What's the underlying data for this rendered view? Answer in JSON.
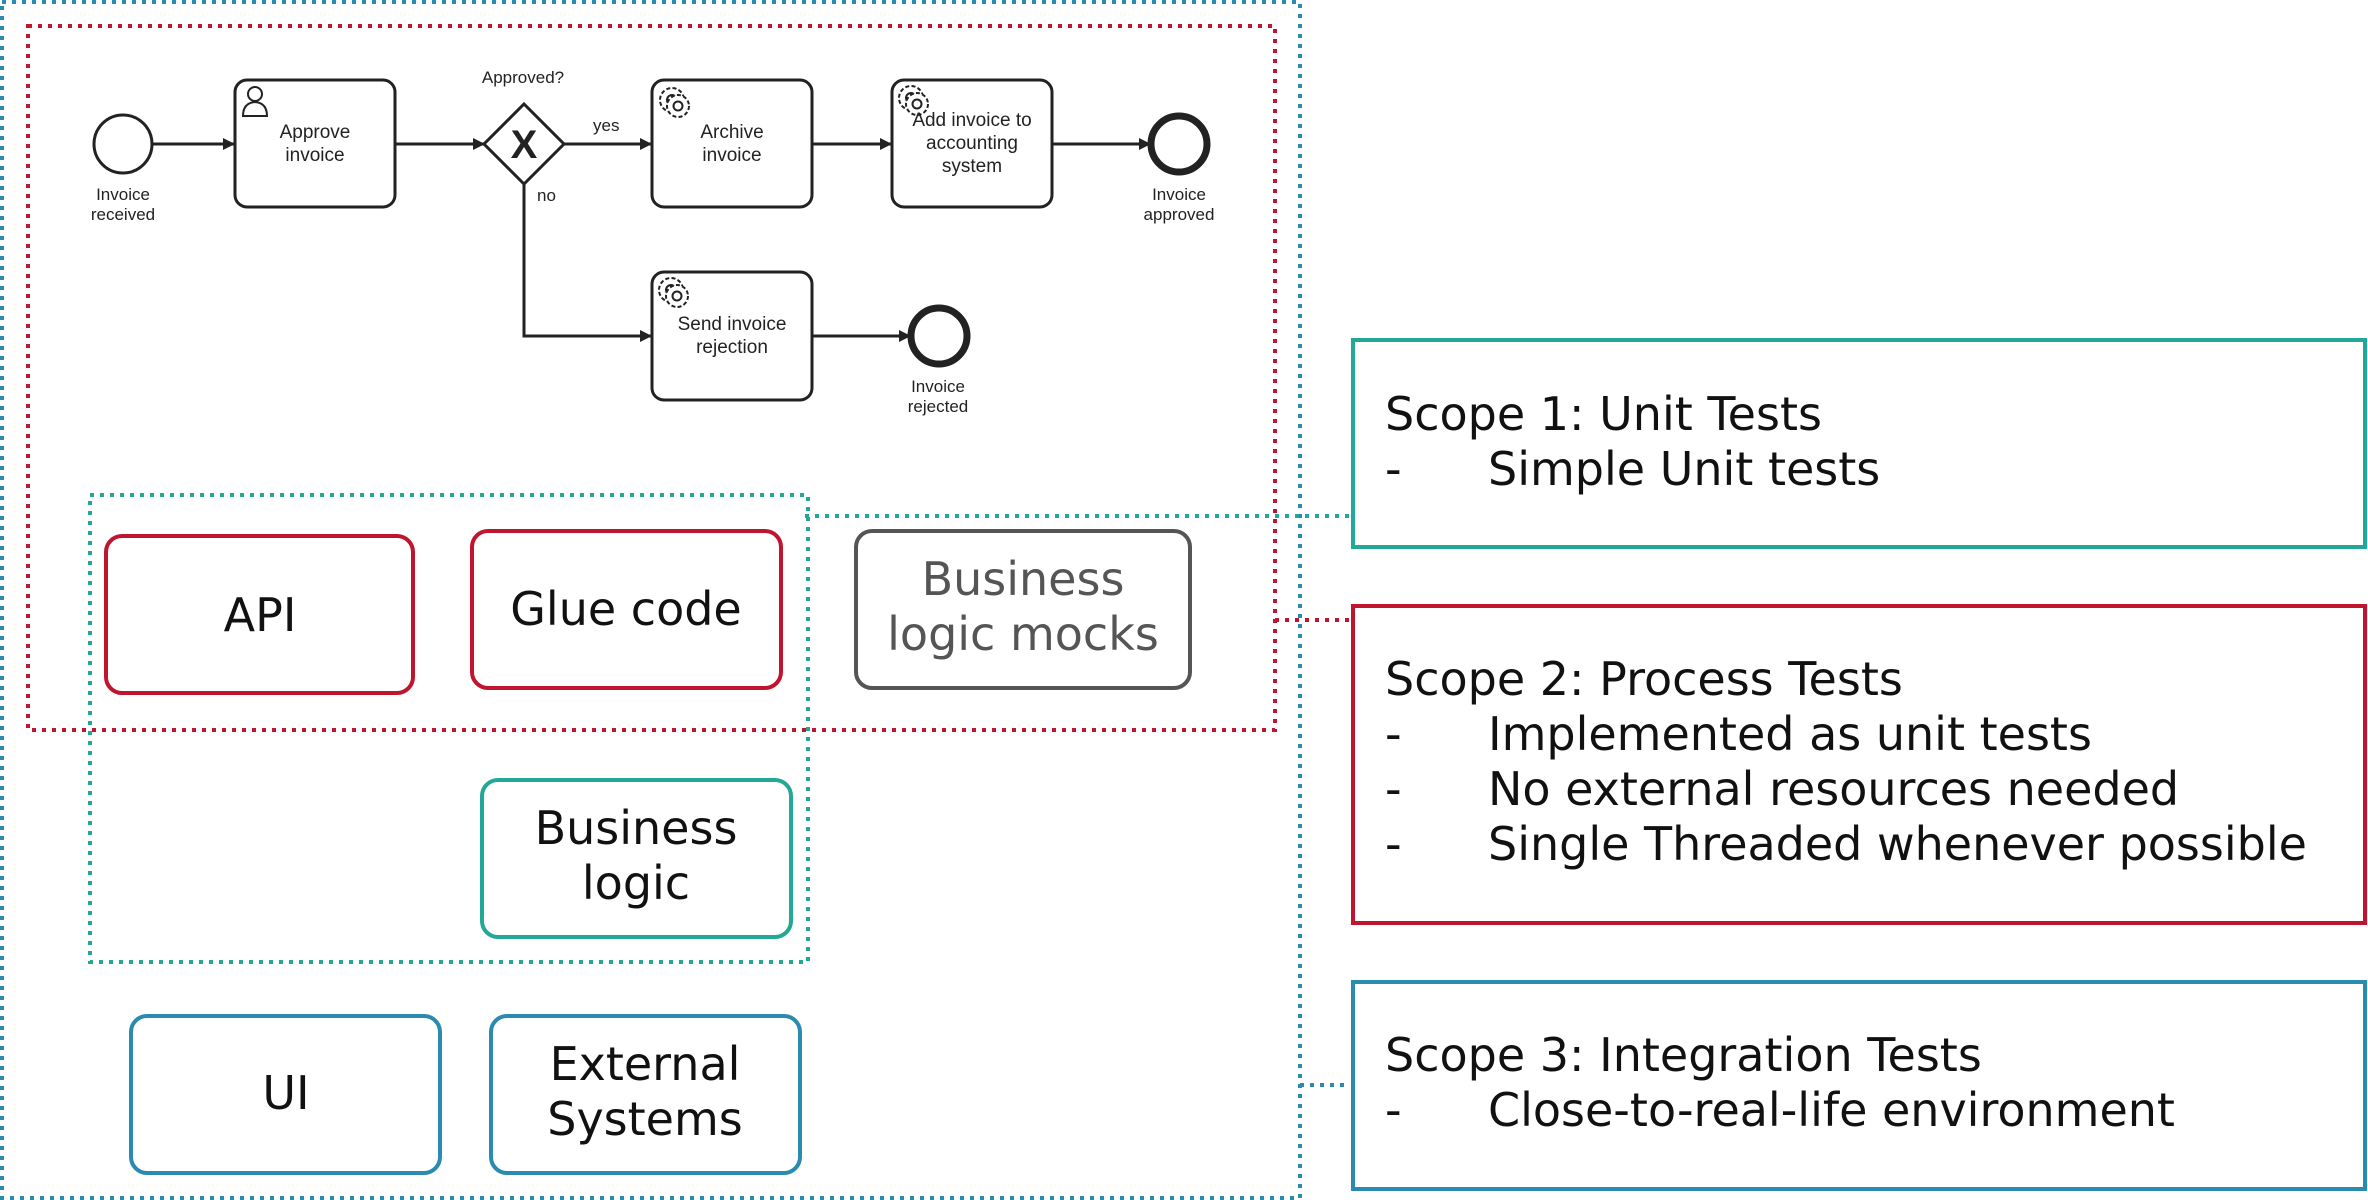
{
  "colors": {
    "red": "#c0152f",
    "teal": "#23a898",
    "blue": "#2a8ab0",
    "gray": "#555555",
    "stroke": "#222222"
  },
  "process": {
    "start_event_label": [
      "Invoice",
      "received"
    ],
    "task_approve": [
      "Approve",
      "invoice"
    ],
    "gateway_label": "Approved?",
    "gateway_marker": "X",
    "flow_yes": "yes",
    "flow_no": "no",
    "task_archive": [
      "Archive",
      "invoice"
    ],
    "task_add": [
      "Add invoice to",
      "accounting",
      "system"
    ],
    "end_approved_label": [
      "Invoice",
      "approved"
    ],
    "task_send": [
      "Send invoice",
      "rejection"
    ],
    "end_rejected_label": [
      "Invoice",
      "rejected"
    ]
  },
  "components": {
    "api": "API",
    "glue": "Glue code",
    "mocks": [
      "Business",
      "logic mocks"
    ],
    "business_logic": [
      "Business",
      "logic"
    ],
    "ui": "UI",
    "external": [
      "External",
      "Systems"
    ]
  },
  "scopes": [
    {
      "title": "Scope 1: Unit Tests",
      "bullets": [
        "Simple Unit tests"
      ]
    },
    {
      "title": "Scope 2: Process Tests",
      "bullets": [
        "Implemented as unit tests",
        "No external resources needed",
        "Single Threaded whenever possible"
      ]
    },
    {
      "title": "Scope 3: Integration Tests",
      "bullets": [
        "Close-to-real-life environment"
      ]
    }
  ],
  "bullet_marker": "-"
}
